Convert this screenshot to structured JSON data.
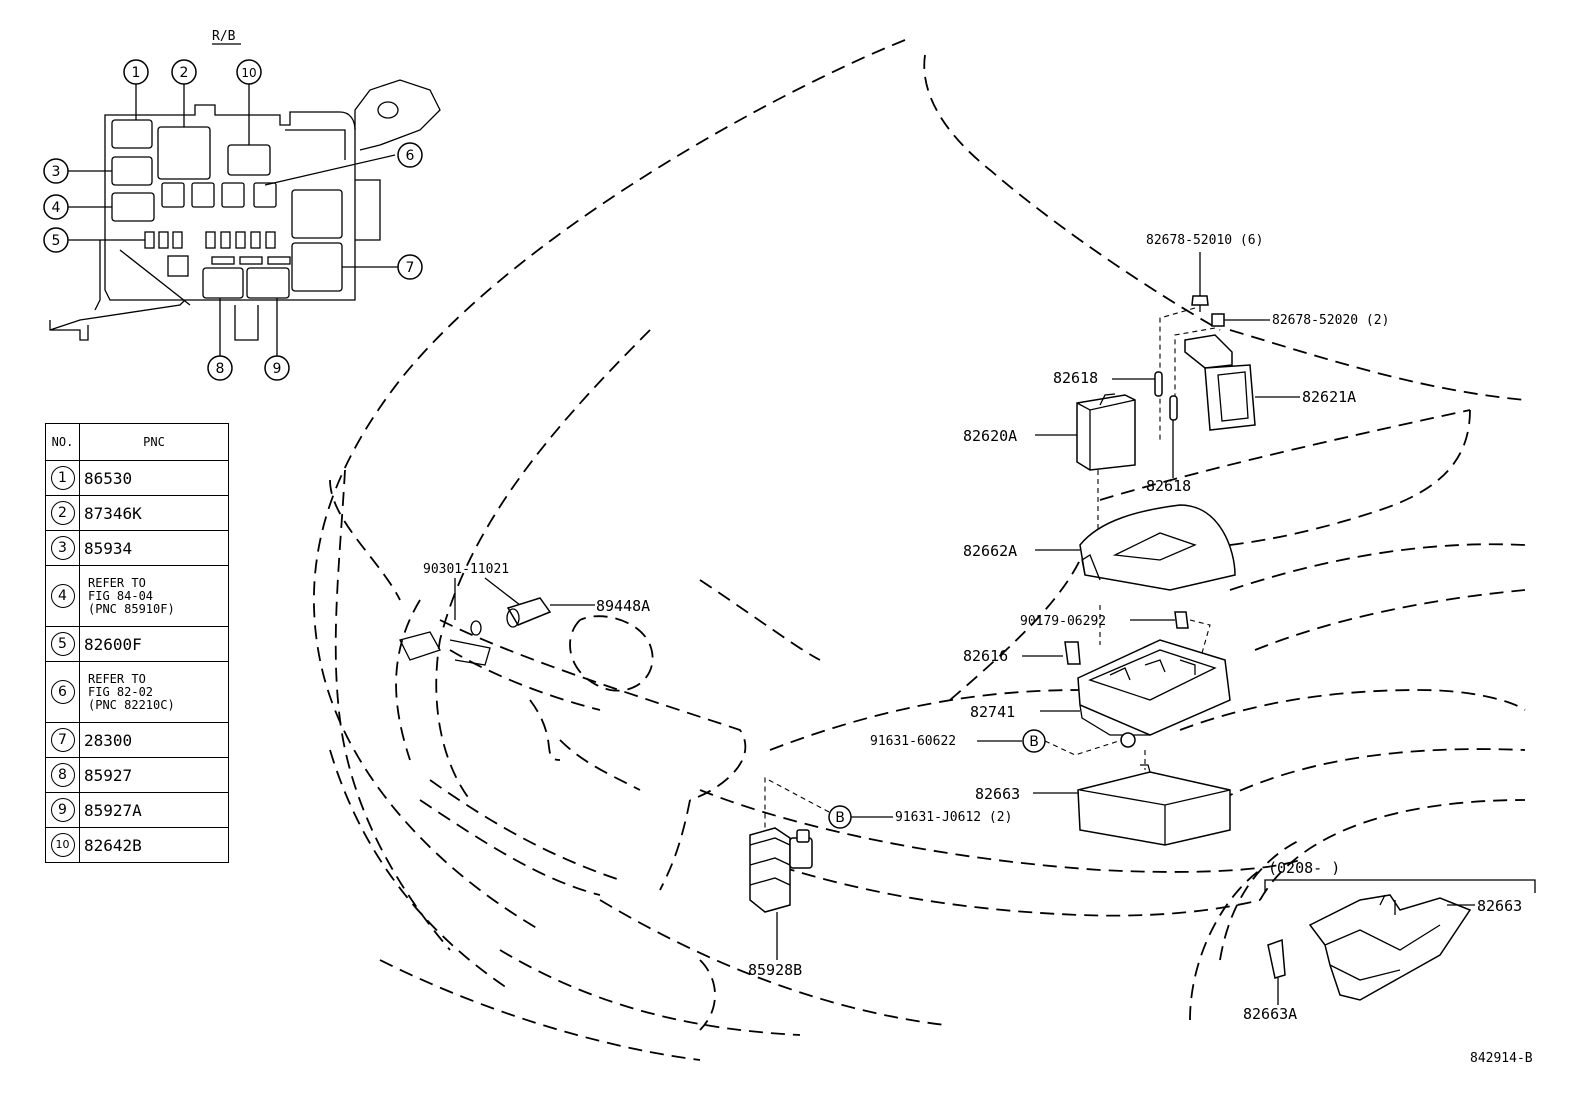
{
  "relay_box": {
    "title": "R/B",
    "callouts": [
      "1",
      "2",
      "3",
      "4",
      "5",
      "6",
      "7",
      "8",
      "9",
      "10"
    ]
  },
  "table": {
    "col_no": "NO.",
    "col_pnc": "PNC",
    "rows": [
      {
        "no": "1",
        "pnc": "86530"
      },
      {
        "no": "2",
        "pnc": "87346K"
      },
      {
        "no": "3",
        "pnc": "85934"
      },
      {
        "no": "4",
        "pnc": "REFER TO",
        "pnc2": "FIG 84-04",
        "pnc3": "(PNC 85910F)"
      },
      {
        "no": "5",
        "pnc": "82600F"
      },
      {
        "no": "6",
        "pnc": "REFER TO",
        "pnc2": "FIG 82-02",
        "pnc3": "(PNC 82210C)"
      },
      {
        "no": "7",
        "pnc": "28300"
      },
      {
        "no": "8",
        "pnc": "85927"
      },
      {
        "no": "9",
        "pnc": "85927A"
      },
      {
        "no": "10",
        "pnc": "82642B"
      }
    ]
  },
  "labels": {
    "p90301": "90301-11021",
    "p89448A": "89448A",
    "p82678_52010": "82678-52010 (6)",
    "p82678_52020": "82678-52020 (2)",
    "p82618a": "82618",
    "p82618b": "82618",
    "p82621A": "82621A",
    "p82620A": "82620A",
    "p82662A": "82662A",
    "p90179": "90179-06292",
    "p82616": "82616",
    "p82741": "82741",
    "p91631_60622": "91631-60622",
    "marker_b1": "B",
    "marker_b2": "B",
    "p82663": "82663",
    "p91631_J0612": "91631-J0612 (2)",
    "p85928B": "85928B",
    "date_range": "(0208-        )",
    "p82663b": "82663",
    "p82663A": "82663A",
    "figure_id": "842914-B"
  }
}
